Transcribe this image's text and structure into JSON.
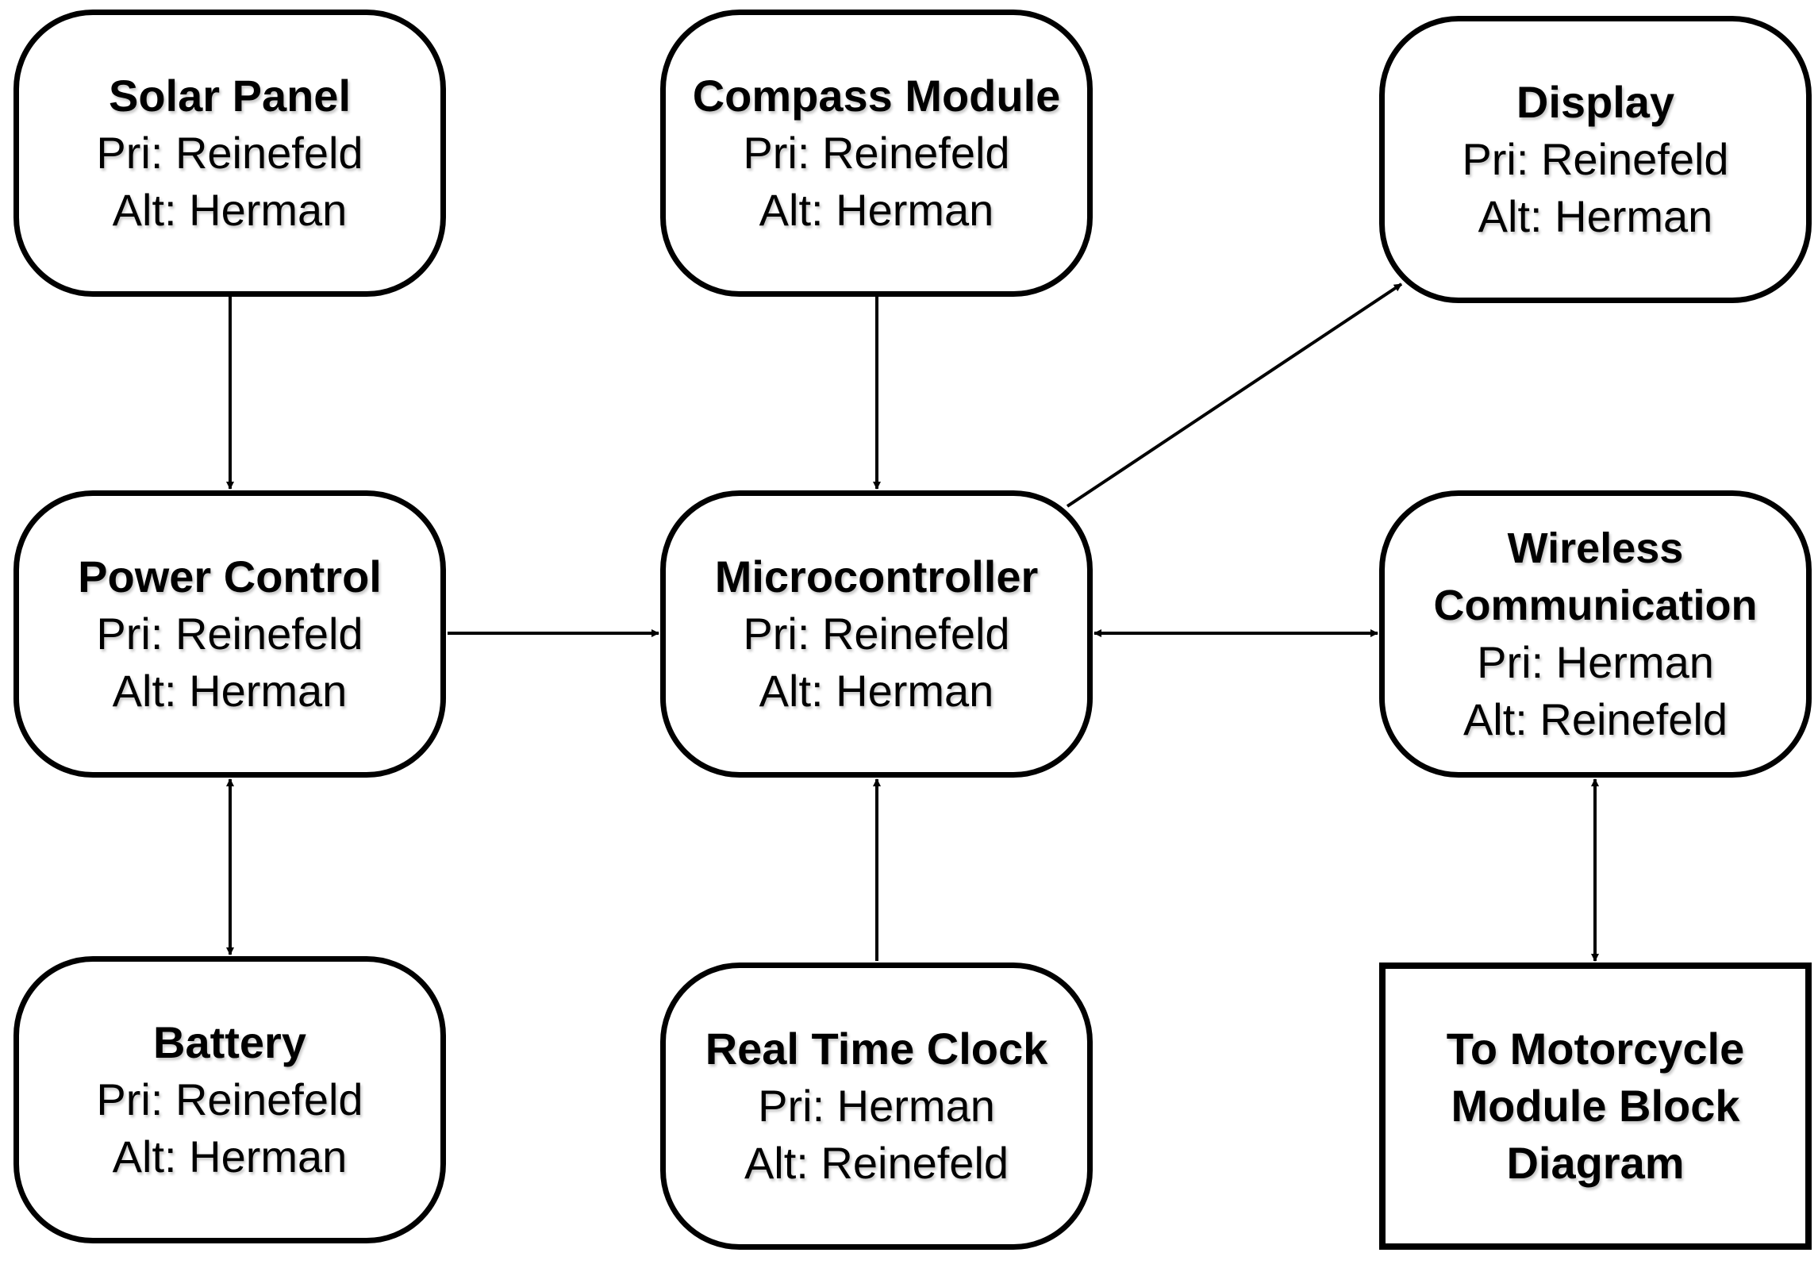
{
  "blocks": {
    "solar_panel": {
      "title": "Solar Panel",
      "primary": "Pri: Reinefeld",
      "alternate": "Alt: Herman"
    },
    "compass_module": {
      "title": "Compass Module",
      "primary": "Pri: Reinefeld",
      "alternate": "Alt: Herman"
    },
    "display": {
      "title": "Display",
      "primary": "Pri: Reinefeld",
      "alternate": "Alt: Herman"
    },
    "power_control": {
      "title": "Power Control",
      "primary": "Pri: Reinefeld",
      "alternate": "Alt: Herman"
    },
    "microcontroller": {
      "title": "Microcontroller",
      "primary": "Pri: Reinefeld",
      "alternate": "Alt: Herman"
    },
    "wireless_communication": {
      "title_line1": "Wireless",
      "title_line2": "Communication",
      "primary": "Pri: Herman",
      "alternate": "Alt: Reinefeld"
    },
    "battery": {
      "title": "Battery",
      "primary": "Pri: Reinefeld",
      "alternate": "Alt: Herman"
    },
    "real_time_clock": {
      "title": "Real Time Clock",
      "primary": "Pri: Herman",
      "alternate": "Alt: Reinefeld"
    },
    "motorcycle_link": {
      "line1": "To Motorcycle",
      "line2": "Module Block",
      "line3": "Diagram"
    }
  },
  "connections": [
    {
      "from": "solar_panel",
      "to": "power_control",
      "direction": "one-way"
    },
    {
      "from": "compass_module",
      "to": "microcontroller",
      "direction": "one-way"
    },
    {
      "from": "microcontroller",
      "to": "display",
      "direction": "one-way"
    },
    {
      "from": "power_control",
      "to": "microcontroller",
      "direction": "one-way"
    },
    {
      "from": "microcontroller",
      "to": "wireless_communication",
      "direction": "two-way"
    },
    {
      "from": "power_control",
      "to": "battery",
      "direction": "two-way"
    },
    {
      "from": "real_time_clock",
      "to": "microcontroller",
      "direction": "one-way"
    },
    {
      "from": "wireless_communication",
      "to": "motorcycle_link",
      "direction": "two-way"
    }
  ],
  "colors": {
    "stroke": "#000000",
    "background": "#ffffff"
  }
}
